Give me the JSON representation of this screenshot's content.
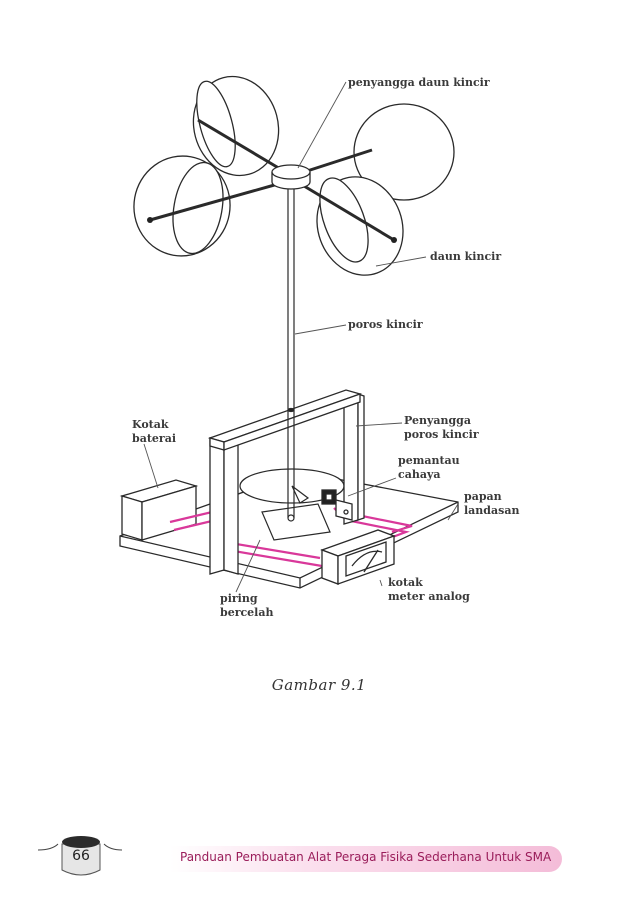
{
  "figure": {
    "labels": {
      "penyangga_daun_kincir": "penyangga daun kincir",
      "daun_kincir": "daun kincir",
      "poros_kincir": "poros kincir",
      "kotak_baterai": [
        "Kotak",
        "baterai"
      ],
      "penyangga_poros_kincir": [
        "Penyangga",
        "poros kincir"
      ],
      "pemantau_cahaya": [
        "pemantau",
        "cahaya"
      ],
      "papan_landasan": [
        "papan",
        "landasan"
      ],
      "kotak_meter_analog": [
        "kotak",
        "meter analog"
      ],
      "piring_bercelah": [
        "piring",
        "bercelah"
      ]
    },
    "wire_color": "#d9389a"
  },
  "caption": "Gambar  9.1",
  "footer": {
    "page_number": "66",
    "book_title": "Panduan Pembuatan Alat Peraga Fisika Sederhana Untuk SMA",
    "accent_color": "#f4bcd8"
  }
}
